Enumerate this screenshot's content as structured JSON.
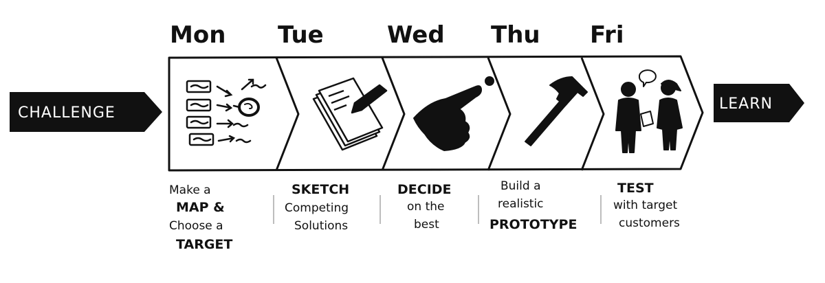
{
  "days": [
    "Mon",
    "Tue",
    "Wed",
    "Thu",
    "Fri"
  ],
  "start_tag": "CHALLENGE",
  "end_tag": "LEARN",
  "steps": [
    {
      "icon": "map-notes-icon",
      "lines": [
        "Make a",
        "MAP &",
        "Choose a",
        "TARGET"
      ]
    },
    {
      "icon": "paper-pen-icon",
      "lines": [
        "SKETCH",
        "Competing",
        "Solutions"
      ]
    },
    {
      "icon": "pointing-hand-icon",
      "lines": [
        "DECIDE",
        "on the",
        "best"
      ]
    },
    {
      "icon": "hammer-icon",
      "lines": [
        "Build a",
        "realistic",
        "PROTOTYPE"
      ]
    },
    {
      "icon": "customers-icon",
      "lines": [
        "TEST",
        "with target",
        "customers"
      ]
    }
  ],
  "colors": {
    "ink": "#111111",
    "paper": "#ffffff"
  }
}
